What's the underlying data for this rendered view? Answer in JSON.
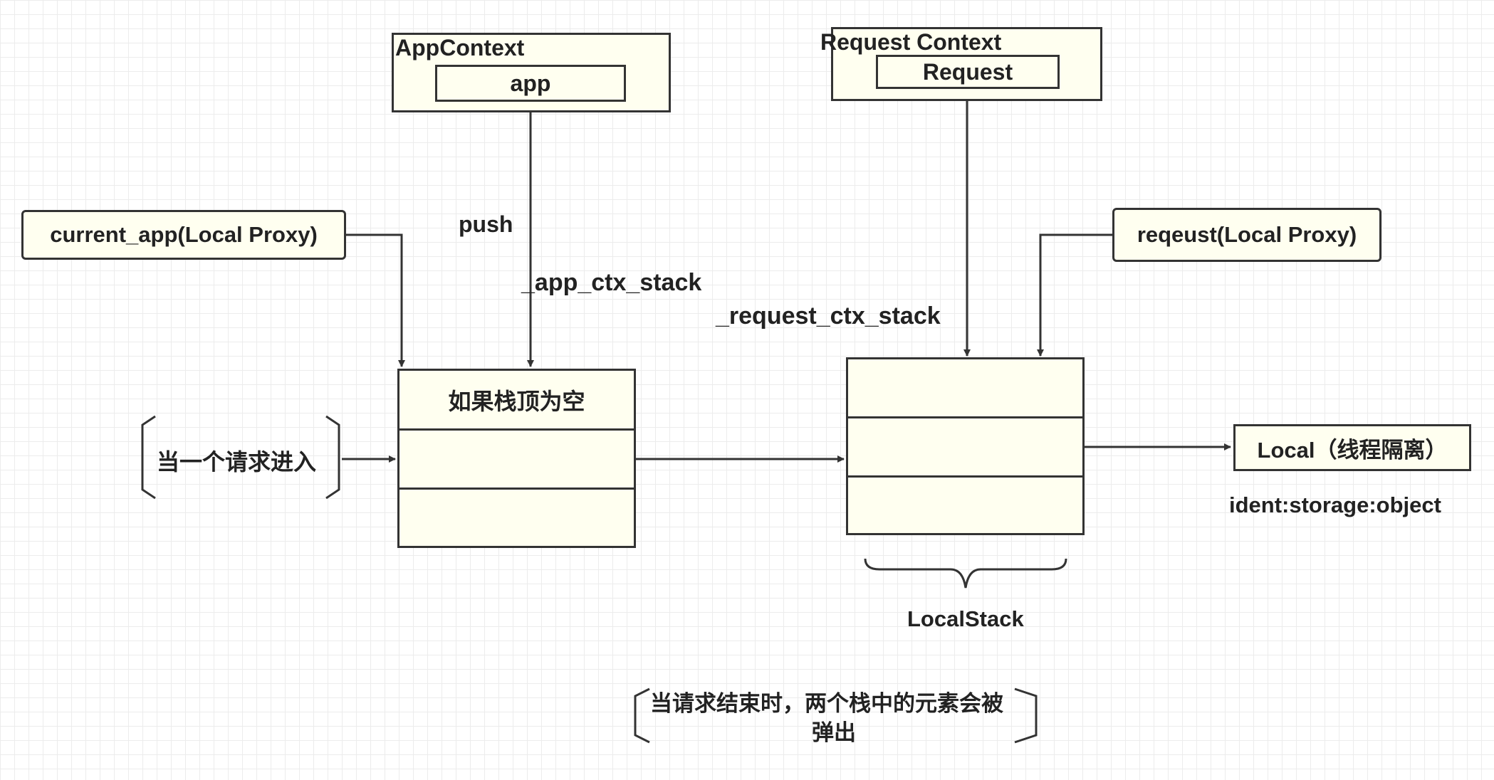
{
  "app_context": {
    "title": "AppContext",
    "inner": "app"
  },
  "request_context": {
    "title": "Request Context",
    "inner": "Request"
  },
  "current_app_proxy": "current_app(Local Proxy)",
  "request_proxy": "reqeust(Local Proxy)",
  "push_label": "push",
  "app_ctx_stack_label": "_app_ctx_stack",
  "request_ctx_stack_label": "_request_ctx_stack",
  "app_stack": {
    "rows": [
      "如果栈顶为空",
      "",
      ""
    ]
  },
  "request_stack": {
    "rows": [
      "",
      "",
      ""
    ]
  },
  "request_enter": "当一个请求进入",
  "local_stack_label": "LocalStack",
  "local_box": "Local（线程隔离）",
  "local_storage": "ident:storage:object",
  "end_note_line1": "当请求结束时，两个栈中的元素会被",
  "end_note_line2": "弹出"
}
